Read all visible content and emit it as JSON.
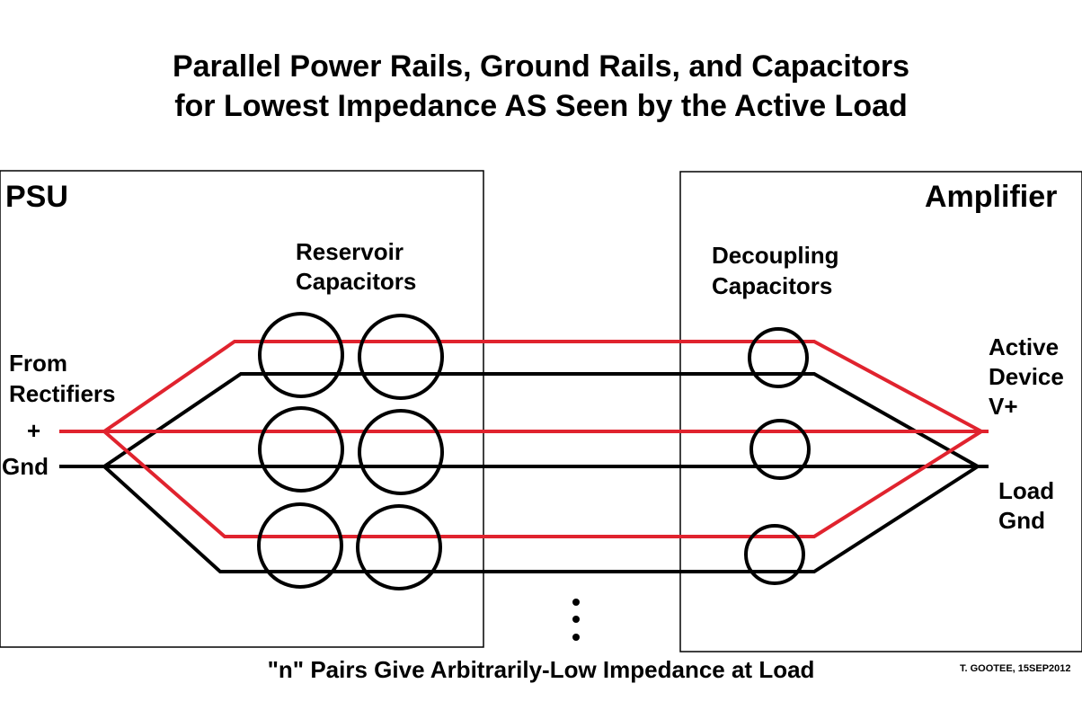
{
  "title": {
    "line1": "Parallel Power Rails, Ground Rails, and Capacitors",
    "line2": "for Lowest Impedance AS Seen by the Active Load"
  },
  "psu": {
    "label": "PSU",
    "reservoir_label_1": "Reservoir",
    "reservoir_label_2": "Capacitors",
    "input_label_1": "From",
    "input_label_2": "Rectifiers",
    "plus_label": "+",
    "gnd_label": "Gnd"
  },
  "amplifier": {
    "label": "Amplifier",
    "decoupling_label_1": "Decoupling",
    "decoupling_label_2": "Capacitors",
    "device_label_1": "Active",
    "device_label_2": "Device",
    "device_label_3": "V+",
    "load_label_1": "Load",
    "load_label_2": "Gnd"
  },
  "ellipsis": "⋮",
  "caption": "\"n\" Pairs Give Arbitrarily-Low Impedance at Load",
  "credit": "T. GOOTEE, 15SEP2012",
  "colors": {
    "power_rail": "#e0232e",
    "ground_rail": "#000000"
  }
}
